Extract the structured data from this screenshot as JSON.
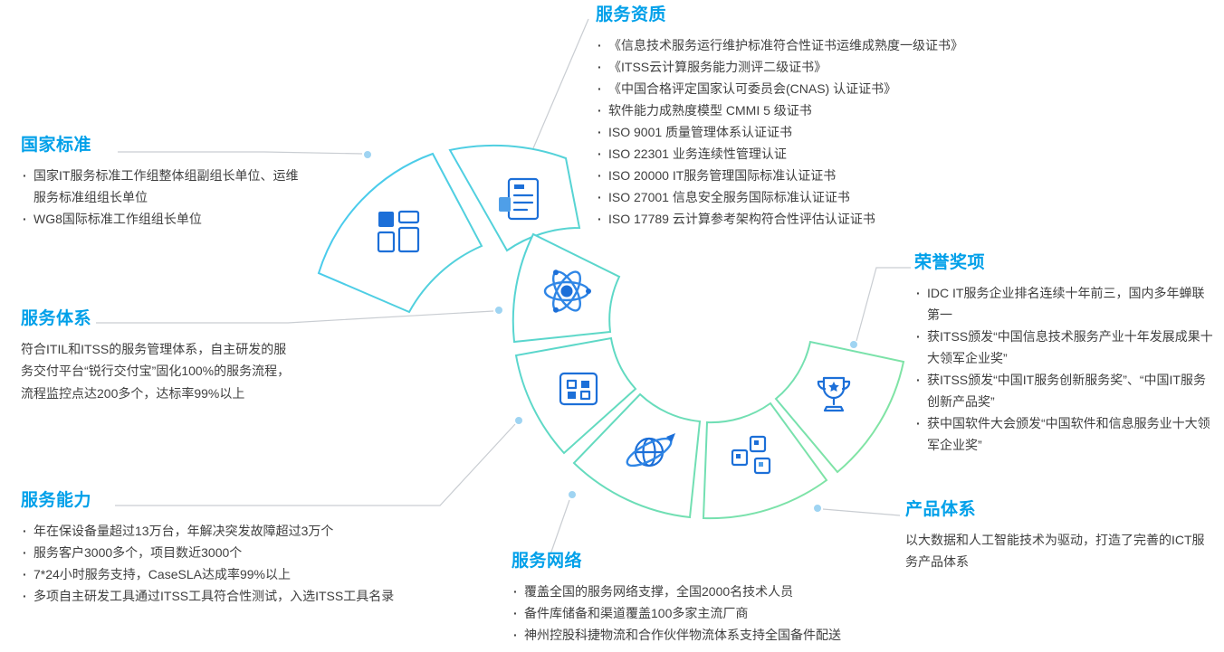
{
  "colors": {
    "accent": "#00a0e9",
    "body_text": "#404040",
    "icon_blue": "#1c6fd8",
    "arc_gradient_start": "#45c8f5",
    "arc_gradient_end": "#8be79b",
    "connector_line": "#c9cdd2",
    "connector_dot": "#9fd4f2"
  },
  "icons": {
    "national_standards": "modules-grid-icon",
    "service_qualifications": "certificate-document-icon",
    "service_system": "atom-network-icon",
    "service_capability": "dashboard-grid-icon",
    "service_network": "globe-network-icon",
    "product_system": "product-boxes-icon",
    "honors": "trophy-icon"
  },
  "sections": {
    "national_standards": {
      "title": "国家标准",
      "items": [
        "国家IT服务标准工作组整体组副组长单位、运维服务标准组组长单位",
        "WG8国际标准工作组组长单位"
      ]
    },
    "service_qualifications": {
      "title": "服务资质",
      "items": [
        "《信息技术服务运行维护标准符合性证书运维成熟度一级证书》",
        "《ITSS云计算服务能力测评二级证书》",
        "《中国合格评定国家认可委员会(CNAS) 认证证书》",
        "软件能力成熟度模型 CMMI 5 级证书",
        "ISO 9001 质量管理体系认证证书",
        "ISO 22301 业务连续性管理认证",
        "ISO 20000 IT服务管理国际标准认证证书",
        "ISO 27001 信息安全服务国际标准认证证书",
        "ISO 17789 云计算参考架构符合性评估认证证书"
      ]
    },
    "service_system": {
      "title": "服务体系",
      "paragraph": "符合ITIL和ITSS的服务管理体系，自主研发的服务交付平台“锐行交付宝”固化100%的服务流程，流程监控点达200多个，达标率99%以上"
    },
    "honors": {
      "title": "荣誉奖项",
      "items": [
        "IDC  IT服务企业排名连续十年前三，国内多年蝉联第一",
        "获ITSS颁发“中国信息技术服务产业十年发展成果十大领军企业奖”",
        "获ITSS颁发“中国IT服务创新服务奖”、“中国IT服务创新产品奖”",
        "获中国软件大会颁发“中国软件和信息服务业十大领军企业奖”"
      ]
    },
    "service_capability": {
      "title": "服务能力",
      "items": [
        "年在保设备量超过13万台，年解决突发故障超过3万个",
        "服务客户3000多个，项目数近3000个",
        "7*24小时服务支持，CaseSLA达成率99%以上",
        "多项自主研发工具通过ITSS工具符合性测试，入选ITSS工具名录"
      ]
    },
    "service_network": {
      "title": "服务网络",
      "items": [
        "覆盖全国的服务网络支撑，全国2000名技术人员",
        "备件库储备和渠道覆盖100多家主流厂商",
        "神州控股科捷物流和合作伙伴物流体系支持全国备件配送"
      ]
    },
    "product_system": {
      "title": "产品体系",
      "paragraph": "以大数据和人工智能技术为驱动，打造了完善的ICT服务产品体系"
    }
  }
}
